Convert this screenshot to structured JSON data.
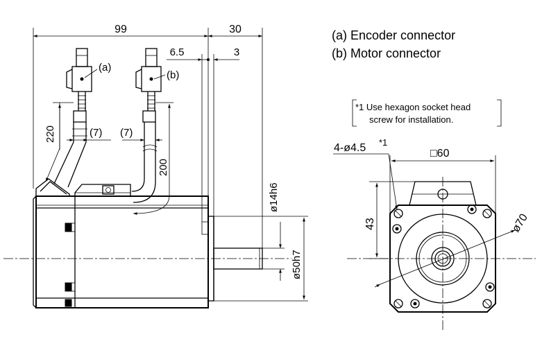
{
  "legend": {
    "a": "(a) Encoder connector",
    "b": "(b) Motor connector"
  },
  "note": {
    "line1": "*1 Use hexagon socket head",
    "line2": "screw for installation."
  },
  "side_view": {
    "dim_length": "99",
    "dim_shaft": "30",
    "dim_flange": "6.5",
    "dim_spigot": "3",
    "dim_cable_encoder": "220",
    "dim_cable_motor": "200",
    "dim_bend_encoder": "(7)",
    "dim_bend_motor": "(7)",
    "conn_a": "(a)",
    "conn_b": "(b)",
    "dia_shaft": "ø14h6",
    "dia_spigot": "ø50h7"
  },
  "front_view": {
    "holes": "4-ø4.5",
    "holes_sup": "*1",
    "square": "□60",
    "height": "43",
    "pcd": "ø70"
  }
}
